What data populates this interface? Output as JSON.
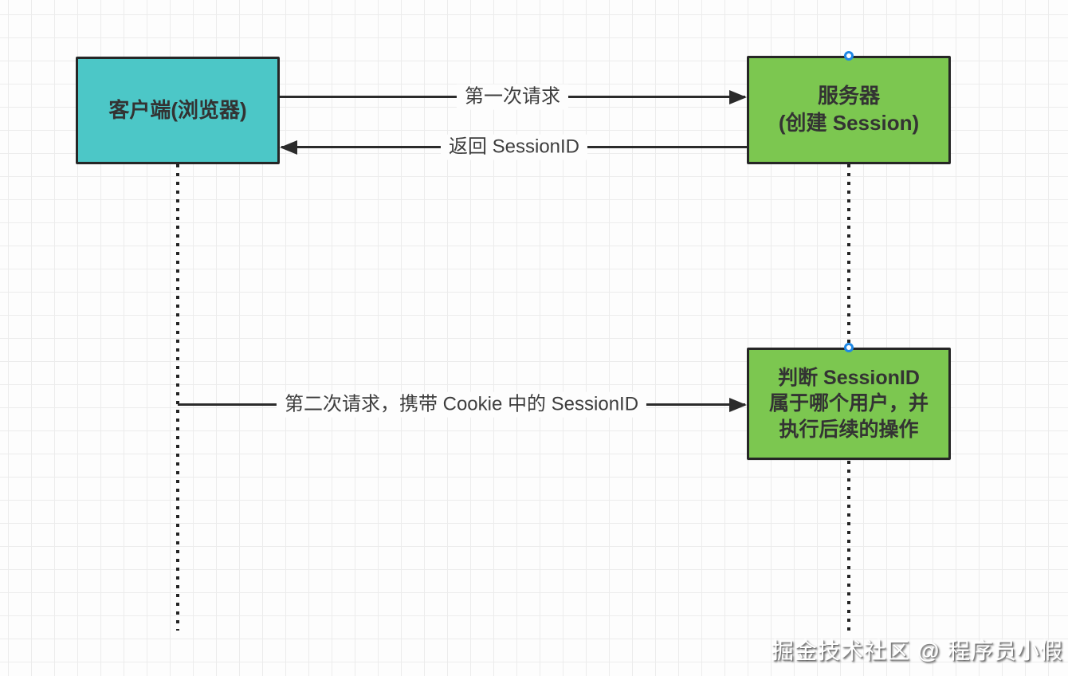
{
  "diagram": {
    "nodes": {
      "client": {
        "lines": [
          "客户端(浏览器)"
        ],
        "fill": "#4cc7c7"
      },
      "server": {
        "lines": [
          "服务器",
          "(创建 Session)"
        ],
        "fill": "#7cc750"
      },
      "judge": {
        "lines": [
          "判断 SessionID",
          "属于哪个用户，并",
          "执行后续的操作"
        ],
        "fill": "#7cc750"
      }
    },
    "edges": {
      "first_request": {
        "label": "第一次请求",
        "direction": "client-to-server"
      },
      "return_sessionid": {
        "label": "返回 SessionID",
        "direction": "server-to-client"
      },
      "second_request": {
        "label": "第二次请求，携带 Cookie 中的 SessionID",
        "direction": "client-to-judge"
      }
    },
    "colors": {
      "client_fill": "#4cc7c7",
      "server_fill": "#7cc750",
      "stroke": "#262626",
      "arrow": "#2b2b2b",
      "handle_blue": "#1e88e5",
      "grid_line": "#ececec",
      "background": "#fdfdfd"
    },
    "watermark": "掘金技术社区 @ 程序员小假"
  }
}
